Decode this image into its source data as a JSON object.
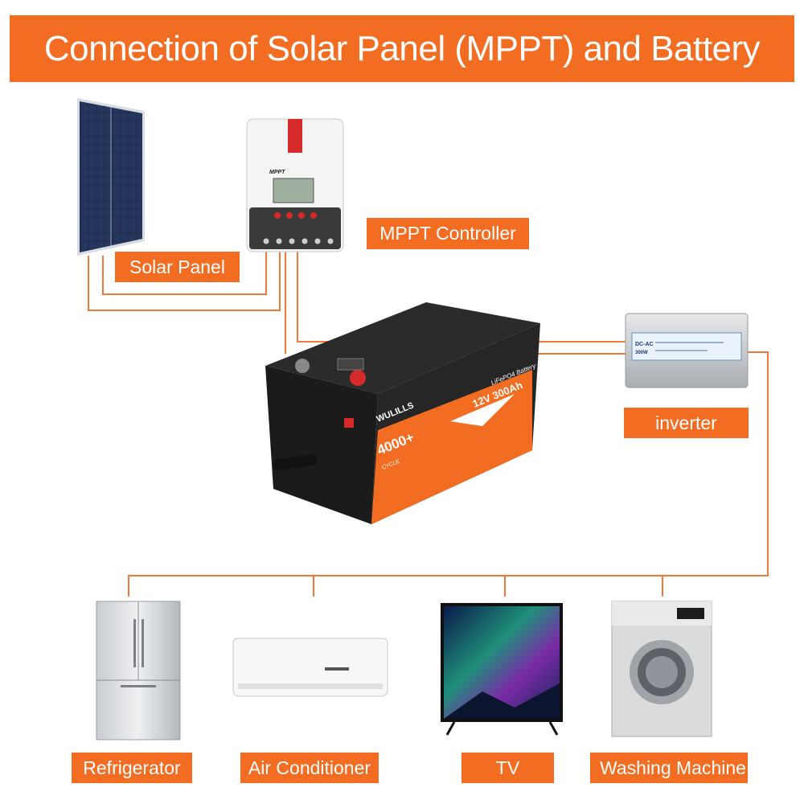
{
  "title": "Connection of Solar Panel (MPPT) and Battery",
  "labels": {
    "solar_panel": "Solar Panel",
    "mppt_controller": "MPPT Controller",
    "inverter": "inverter",
    "refrigerator": "Refrigerator",
    "air_conditioner": "Air Conditioner",
    "tv": "TV",
    "washing_machine": "Washing Machine"
  },
  "device_text": {
    "controller_brand": "MPPT",
    "battery_brand": "WULILLS",
    "battery_cycles": "4000+",
    "battery_cycle_word": "CYCLE",
    "battery_type": "LiFePO4 Battery",
    "battery_rating": "12V 300Ah",
    "inverter_model": "DC-AC",
    "inverter_power": "300W"
  },
  "colors": {
    "accent": "#f26c22",
    "wire": "#f0793a"
  }
}
